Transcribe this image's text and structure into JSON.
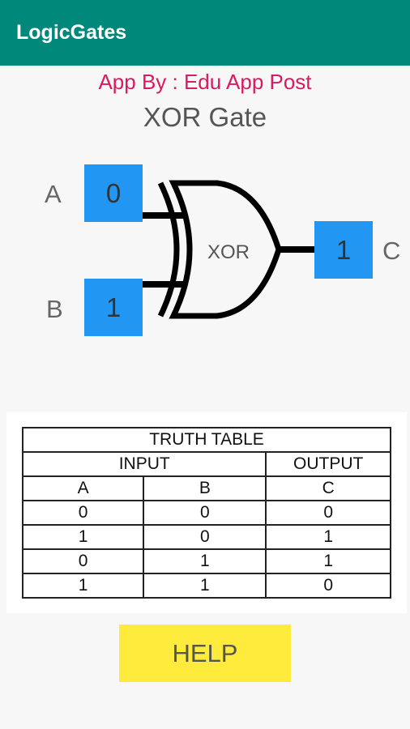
{
  "app_bar": {
    "title": "LogicGates"
  },
  "credit": "App By : Edu App Post",
  "gate": {
    "title": "XOR Gate",
    "symbol_label": "XOR",
    "input_a": {
      "label": "A",
      "value": "0"
    },
    "input_b": {
      "label": "B",
      "value": "1"
    },
    "output_c": {
      "label": "C",
      "value": "1"
    }
  },
  "truth_table": {
    "title": "TRUTH TABLE",
    "group_headers": {
      "input": "INPUT",
      "output": "OUTPUT"
    },
    "columns": [
      "A",
      "B",
      "C"
    ],
    "rows": [
      [
        "0",
        "0",
        "0"
      ],
      [
        "1",
        "0",
        "1"
      ],
      [
        "0",
        "1",
        "1"
      ],
      [
        "1",
        "1",
        "0"
      ]
    ]
  },
  "help_button": {
    "label": "HELP"
  },
  "colors": {
    "app_bar": "#00897b",
    "credit_text": "#d81b60",
    "bit_box": "#2196f3",
    "help_button": "#ffeb3b"
  }
}
